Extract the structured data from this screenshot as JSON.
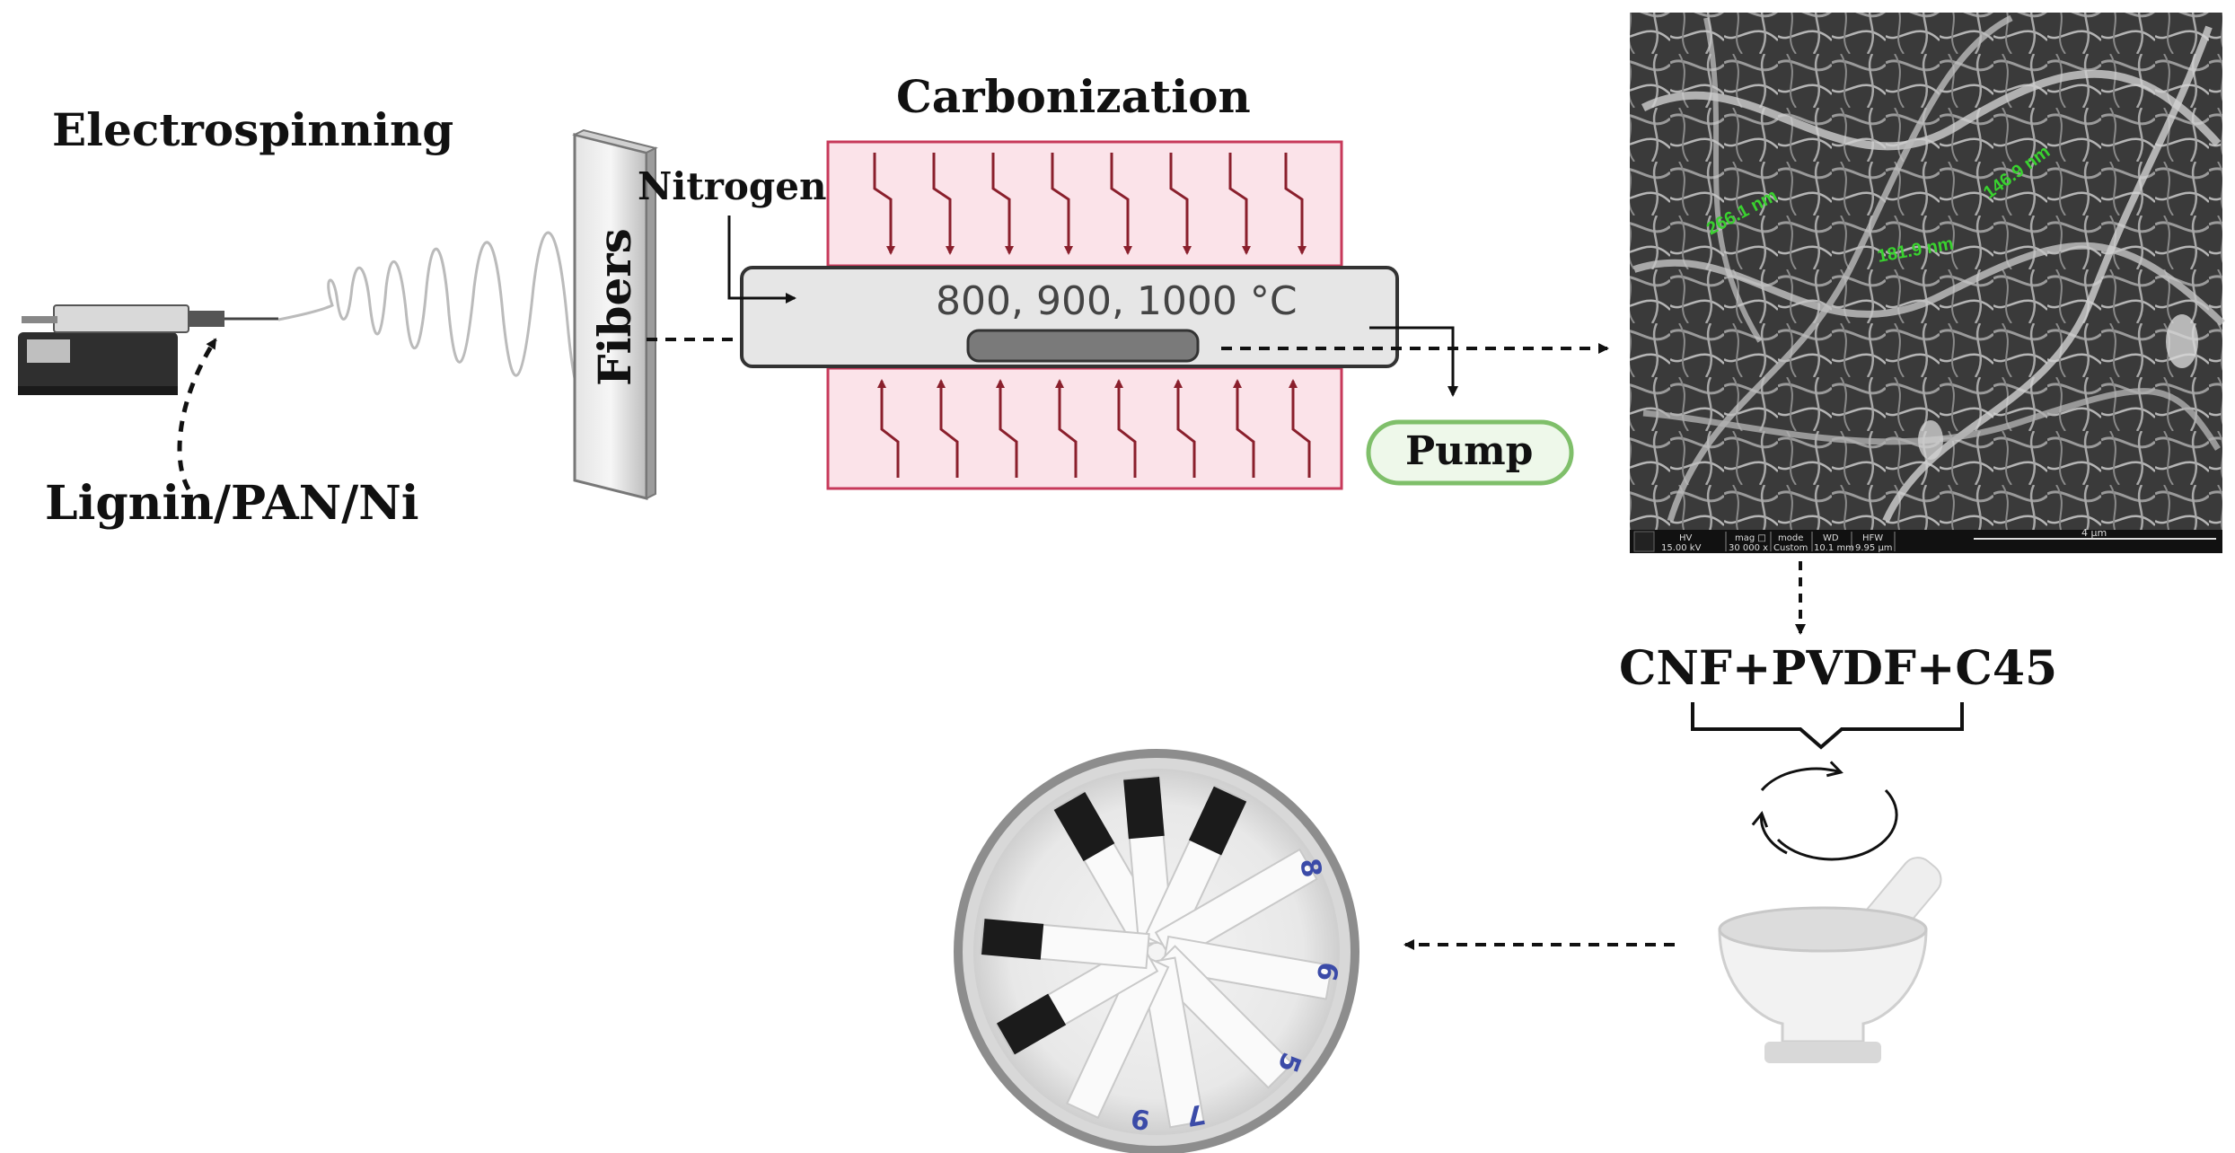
{
  "labels": {
    "electrospinning": "Electrospinning",
    "precursor": "Lignin/PAN/Ni",
    "fibers": "Fibers",
    "carbonization": "Carbonization",
    "nitrogen": "Nitrogen",
    "temperatures": "800, 900, 1000 °C",
    "pump": "Pump",
    "electrode_mix": "CNF+PVDF+C45"
  },
  "sem_image": {
    "measurements": [
      "266.1 nm",
      "181.9 nm",
      "146.9 nm"
    ],
    "databar_headers": [
      "HV",
      "mag □",
      "mode",
      "WD",
      "HFW"
    ],
    "databar_values": [
      "15.00 kV",
      "30 000 x",
      "Custom",
      "10.1 mm",
      "9.95 µm"
    ],
    "scale_bar": "4 µm"
  },
  "electrode_dish": {
    "sample_numbers": [
      "8",
      "6",
      "5",
      "7",
      "9"
    ]
  },
  "colors": {
    "furnace_fill": "#fbe3e9",
    "furnace_border": "#c7395a",
    "heat_arrow": "#8a1f2c",
    "tube_fill": "#e6e6e6",
    "pump_border": "#7fbf6a",
    "pump_fill": "#eef8ea",
    "sem_label": "#39d22f"
  }
}
